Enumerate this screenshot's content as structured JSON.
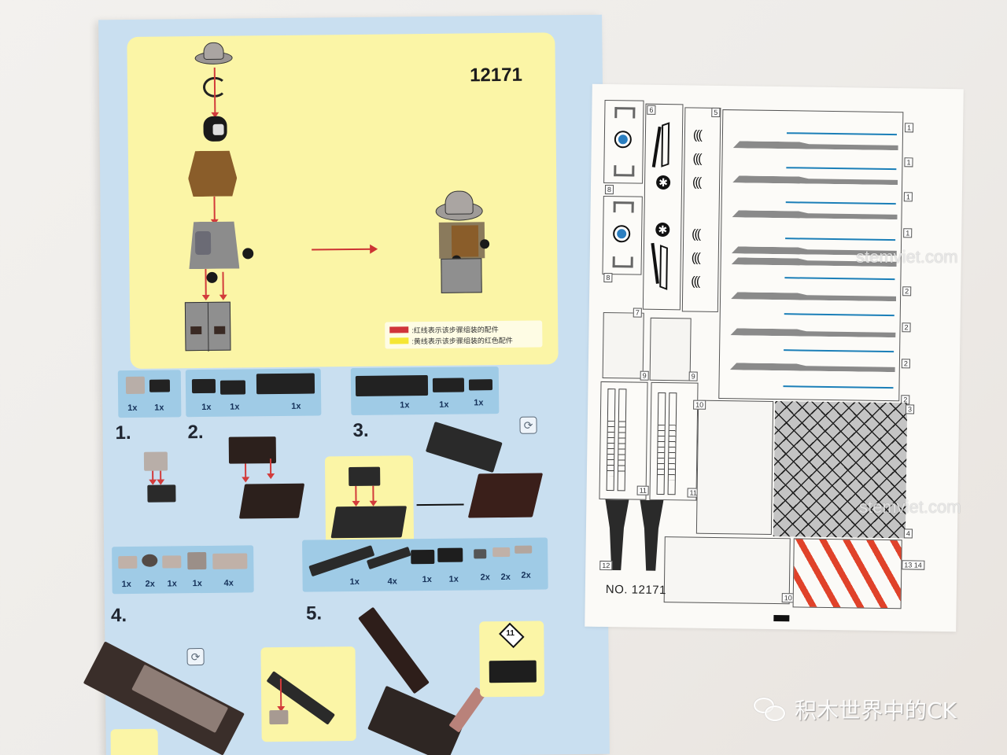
{
  "booklet": {
    "set_number": "12171",
    "legend": [
      {
        "color": "#d0343a",
        "text": ":红线表示该步骤组装的配件"
      },
      {
        "color": "#f5e634",
        "text": ":黄线表示该步骤组装的红色配件"
      }
    ],
    "minifigure_parts": [
      "hat",
      "headset",
      "head",
      "vest",
      "torso",
      "legs"
    ],
    "parts_lists": [
      {
        "id": "step1",
        "quantities": [
          "1x",
          "1x"
        ]
      },
      {
        "id": "step2",
        "quantities": [
          "1x",
          "1x",
          "1x"
        ]
      },
      {
        "id": "step3",
        "quantities": [
          "1x",
          "1x",
          "1x"
        ]
      },
      {
        "id": "step4",
        "quantities": [
          "1x",
          "2x",
          "1x",
          "1x",
          "4x"
        ]
      },
      {
        "id": "step5",
        "quantities": [
          "1x",
          "4x",
          "1x",
          "1x",
          "2x",
          "2x",
          "2x"
        ]
      }
    ],
    "steps": [
      "1.",
      "2.",
      "3.",
      "4.",
      "5."
    ],
    "callout_tag": "11",
    "icons": [
      "rotate-icon",
      "rotate-icon"
    ]
  },
  "sticker_sheet": {
    "sheet_number": "NO. 12171",
    "labels": {
      "eye_top": "8",
      "eye_bottom": "8",
      "emblem": "6",
      "vents": "5",
      "blades": [
        "1",
        "1",
        "1",
        "1",
        "2",
        "2",
        "2",
        "2"
      ],
      "panel_7": "7",
      "panel_9a": "9",
      "panel_9b": "9",
      "panel_11a": "11",
      "panel_11b": "11",
      "panel_10a": "10",
      "panel_10b": "10",
      "mesh_top": "3",
      "mesh_bottom": "4",
      "chevron": "13 14",
      "leg_12": "12"
    },
    "colors": {
      "accent_blue": "#1b7fb8",
      "chevron_red": "#e0422a",
      "gray": "#8a8a8a"
    }
  },
  "watermarks": {
    "site": "stemviet.com",
    "wechat_account": "积木世界中的CK"
  }
}
